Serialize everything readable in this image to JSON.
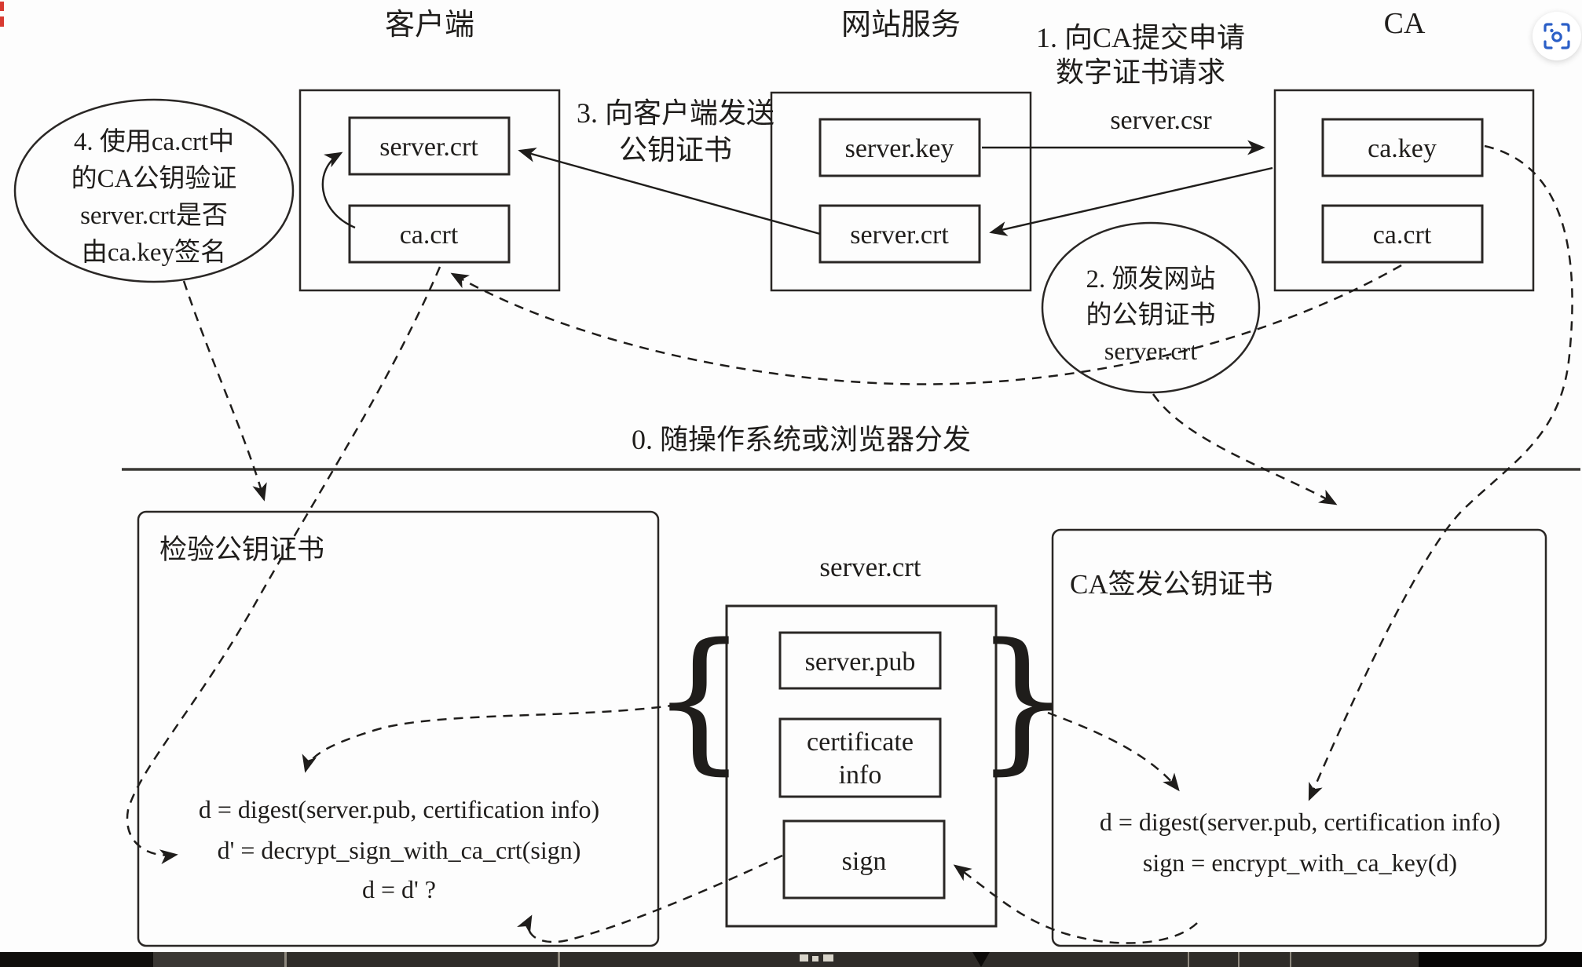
{
  "actors": {
    "client": {
      "title": "客户端",
      "file1": "server.crt",
      "file2": "ca.crt"
    },
    "website": {
      "title": "网站服务",
      "file1": "server.key",
      "file2": "server.crt"
    },
    "ca": {
      "title": "CA",
      "file1": "ca.key",
      "file2": "ca.crt"
    }
  },
  "steps": {
    "s1_line1": "1. 向CA提交申请",
    "s1_line2": "数字证书请求",
    "s1_line3": "server.csr",
    "s2_line1": "2. 颁发网站",
    "s2_line2": "的公钥证书",
    "s2_line3": "server.crt",
    "s3_line1": "3. 向客户端发送",
    "s3_line2": "公钥证书",
    "s4_line1": "4. 使用ca.crt中",
    "s4_line2": "的CA公钥验证",
    "s4_line3": "server.crt是否",
    "s4_line4": "由ca.key签名",
    "s0": "0. 随操作系统或浏览器分发"
  },
  "verify_box": {
    "title": "检验公钥证书",
    "formula1": "d = digest(server.pub, certification info)",
    "formula2": "d' = decrypt_sign_with_ca_crt(sign)",
    "formula3": "d = d' ?"
  },
  "cert_box": {
    "label": "server.crt",
    "pub": "server.pub",
    "info_line1": "certificate",
    "info_line2": "info",
    "sign": "sign",
    "brace_left": "{",
    "brace_right": "}"
  },
  "issue_box": {
    "title": "CA签发公钥证书",
    "formula1": "d = digest(server.pub, certification info)",
    "formula2": "sign = encrypt_with_ca_key(d)"
  },
  "colors": {
    "ink": "#1f1d1b",
    "accent_blue": "#2b5fc7",
    "red_edge": "#d83a31"
  }
}
